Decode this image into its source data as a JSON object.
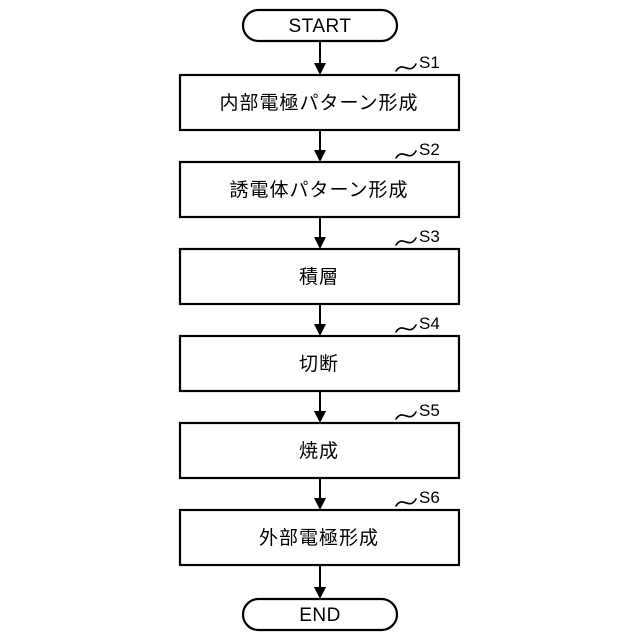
{
  "diagram": {
    "title_visible": false,
    "orientation": "vertical-top-down",
    "colors": {
      "background": "#ffffff",
      "stroke": "#000000",
      "text": "#000000",
      "fill": "#ffffff"
    },
    "start": {
      "label": "START",
      "shape": "stadium"
    },
    "end": {
      "label": "END",
      "shape": "stadium"
    },
    "steps": [
      {
        "ref": "S1",
        "label": "内部電極パターン形成"
      },
      {
        "ref": "S2",
        "label": "誘電体パターン形成"
      },
      {
        "ref": "S3",
        "label": "積層"
      },
      {
        "ref": "S4",
        "label": "切断"
      },
      {
        "ref": "S5",
        "label": "焼成"
      },
      {
        "ref": "S6",
        "label": "外部電極形成"
      }
    ],
    "connectors": {
      "style": "solid-line-with-filled-triangle-arrowhead",
      "count": 7
    }
  }
}
